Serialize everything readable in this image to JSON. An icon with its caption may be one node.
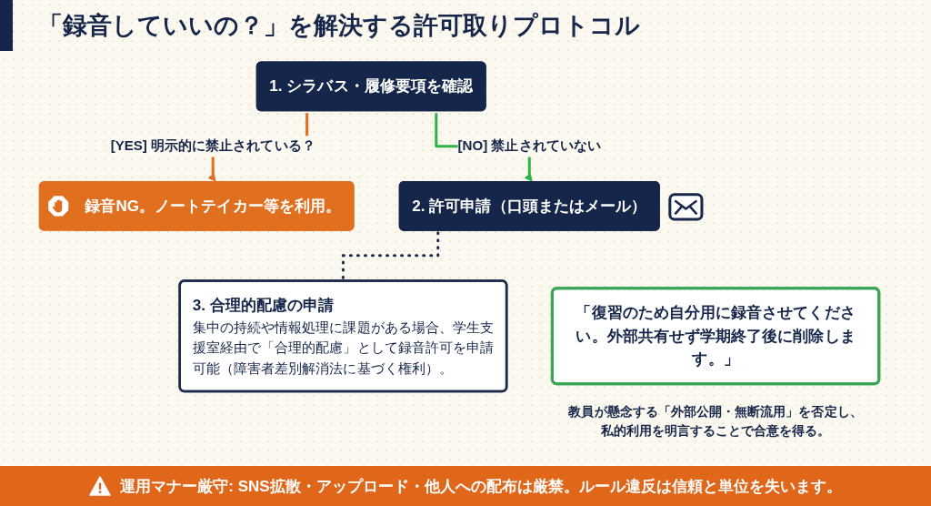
{
  "diagram": {
    "title": "「録音していいの？」を解決する許可取りプロトコル",
    "nodes": [
      {
        "text": [
          "1. シラバス・履修要項を確認"
        ]
      },
      {
        "text": [
          "録音NG。ノートテイカー等を利用。"
        ]
      },
      {
        "text": [
          "2. 許可申請（口頭またはメール）"
        ]
      },
      {
        "text": [
          "3. 合理的配慮の申請",
          "集中の持続や情報処理に課題がある場合、学生支援室経由で「合理的配慮」として録音許可を申請可能（障害者差別解消法に基づく権利）。"
        ]
      },
      {
        "text": [
          "「復習のため自分用に録音させてください。外部共有せず学期終了後に削除します。」"
        ],
        "beside": [
          "教員が懸念する「外部公開・無断流用」を否定し、私的利用を明言することで合意を得る。"
        ]
      }
    ],
    "edges": [
      {
        "from": 0,
        "to": 1,
        "arrow": "to",
        "label": "[YES] 明示的に禁止されている？",
        "color": "#e07020"
      },
      {
        "from": 0,
        "to": 2,
        "arrow": "to",
        "label": "[NO] 禁止されていない",
        "color": "#2eb34a"
      },
      {
        "from": 2,
        "to": 3,
        "arrow": "none",
        "style": "dashed",
        "color": "#1b2a4a"
      }
    ],
    "labels": [
      "運用マナー厳守: SNS拡散・アップロード・他人への配布は厳禁。ルール違反は信頼と単位を失います。"
    ]
  }
}
